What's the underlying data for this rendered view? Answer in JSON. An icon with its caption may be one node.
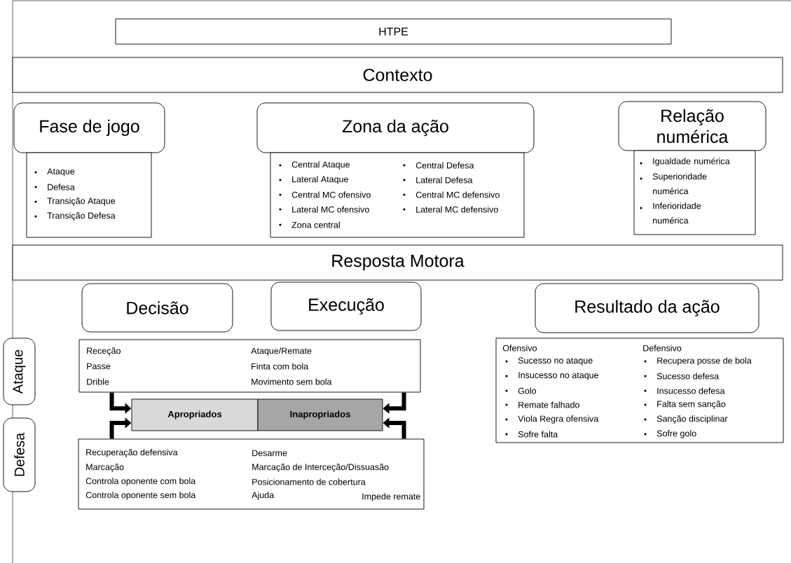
{
  "diagram": {
    "nodes": [
      {
        "text": [
          "HTPE"
        ]
      },
      {
        "text": [
          "Contexto"
        ]
      },
      {
        "text": [
          "Fase de jogo"
        ]
      },
      {
        "text": [
          "Ataque",
          "Defesa",
          "Transição Ataque",
          "Transição Defesa"
        ]
      },
      {
        "text": [
          "Zona da ação"
        ]
      },
      {
        "text": [
          "Central Ataque",
          "Lateral Ataque",
          "Central MC ofensivo",
          "Lateral MC ofensivo",
          "Zona central",
          "Central Defesa",
          "Lateral Defesa",
          "Central MC defensivo",
          "Lateral MC defensivo"
        ]
      },
      {
        "text": [
          "Relação numérica"
        ]
      },
      {
        "text": [
          "Igualdade numérica",
          "Superioridade numérica",
          "Inferioridade numérica"
        ]
      },
      {
        "text": [
          "Resposta Motora"
        ]
      },
      {
        "text": [
          "Decisão"
        ]
      },
      {
        "text": [
          "Execução"
        ]
      },
      {
        "text": [
          "Resultado da ação"
        ]
      },
      {
        "text": [
          "Ataque"
        ]
      },
      {
        "text": [
          "Defesa"
        ]
      },
      {
        "text": [
          "Receção",
          "Passe",
          "Drible",
          "Ataque/Remate",
          "Finta com bola",
          "Movimento sem bola"
        ]
      },
      {
        "text": [
          "Apropriados"
        ]
      },
      {
        "text": [
          "Inapropriados"
        ]
      },
      {
        "text": [
          "Recuperação defensiva",
          "Marcação",
          "Controla oponente com bola",
          "Controla oponente sem bola",
          "Desarme",
          "Marcação de Interceção/Dissuasão",
          "Posicionamento de cobertura",
          "Ajuda",
          "Impede remate"
        ]
      },
      {
        "text": [
          "Ofensivo",
          "Sucesso no ataque",
          "Insucesso no ataque",
          "Golo",
          "Remate falhado",
          "Viola Regra ofensiva",
          "Sofre falta",
          "Defensivo",
          "Recupera posse de bola",
          "Sucesso defesa",
          "Insucesso defesa",
          "Falta sem sanção",
          "Sanção disciplinar",
          "Sofre golo"
        ]
      }
    ],
    "edges": [
      {
        "from": 14,
        "to": 15,
        "arrow": "to"
      },
      {
        "from": 14,
        "to": 16,
        "arrow": "to"
      },
      {
        "from": 17,
        "to": 15,
        "arrow": "to"
      },
      {
        "from": 17,
        "to": 16,
        "arrow": "to"
      }
    ]
  }
}
